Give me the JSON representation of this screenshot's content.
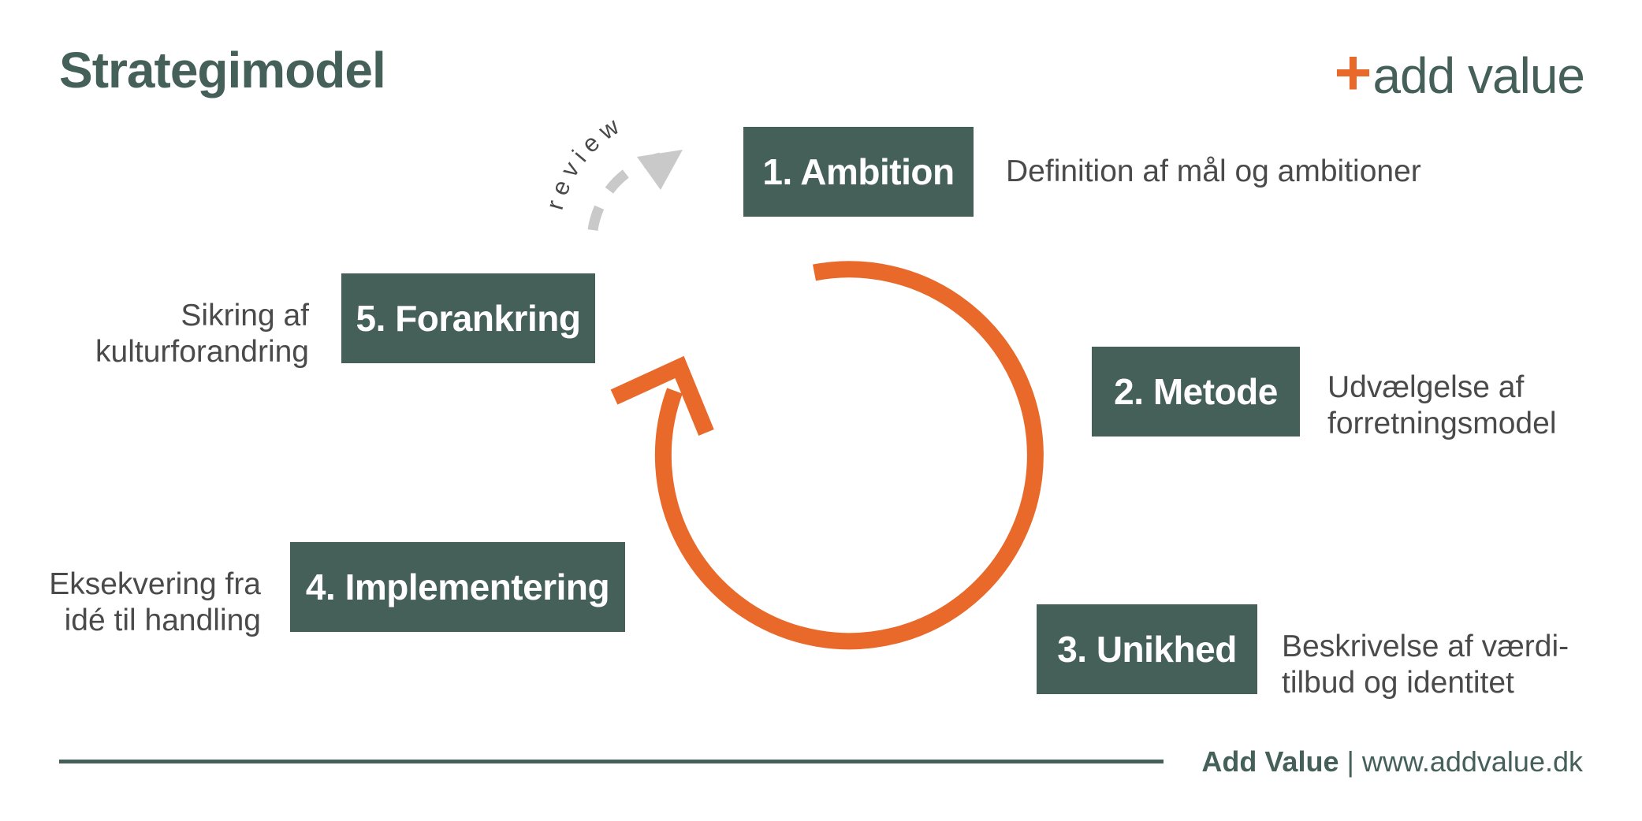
{
  "title": "Strategimodel",
  "logo": {
    "plus": "+",
    "text": "add value"
  },
  "cycle": {
    "review_label": "review"
  },
  "steps": [
    {
      "label": "1. Ambition",
      "desc_lines": [
        "Definition af mål og ambitioner",
        ""
      ]
    },
    {
      "label": "2. Metode",
      "desc_lines": [
        "Udvælgelse af",
        "forretningsmodel"
      ]
    },
    {
      "label": "3. Unikhed",
      "desc_lines": [
        "Beskrivelse af værdi-",
        "tilbud og identitet"
      ]
    },
    {
      "label": "4. Implementering",
      "desc_lines": [
        "Eksekvering fra",
        "idé til handling"
      ]
    },
    {
      "label": "5. Forankring",
      "desc_lines": [
        "Sikring af",
        "kulturforandring"
      ]
    }
  ],
  "footer": {
    "brand": "Add Value",
    "separator": "|",
    "url": "www.addvalue.dk"
  },
  "colors": {
    "teal": "#455F59",
    "orange": "#E8692A",
    "description_gray": "#4A4A4A",
    "dash_gray": "#C9C9C9"
  }
}
